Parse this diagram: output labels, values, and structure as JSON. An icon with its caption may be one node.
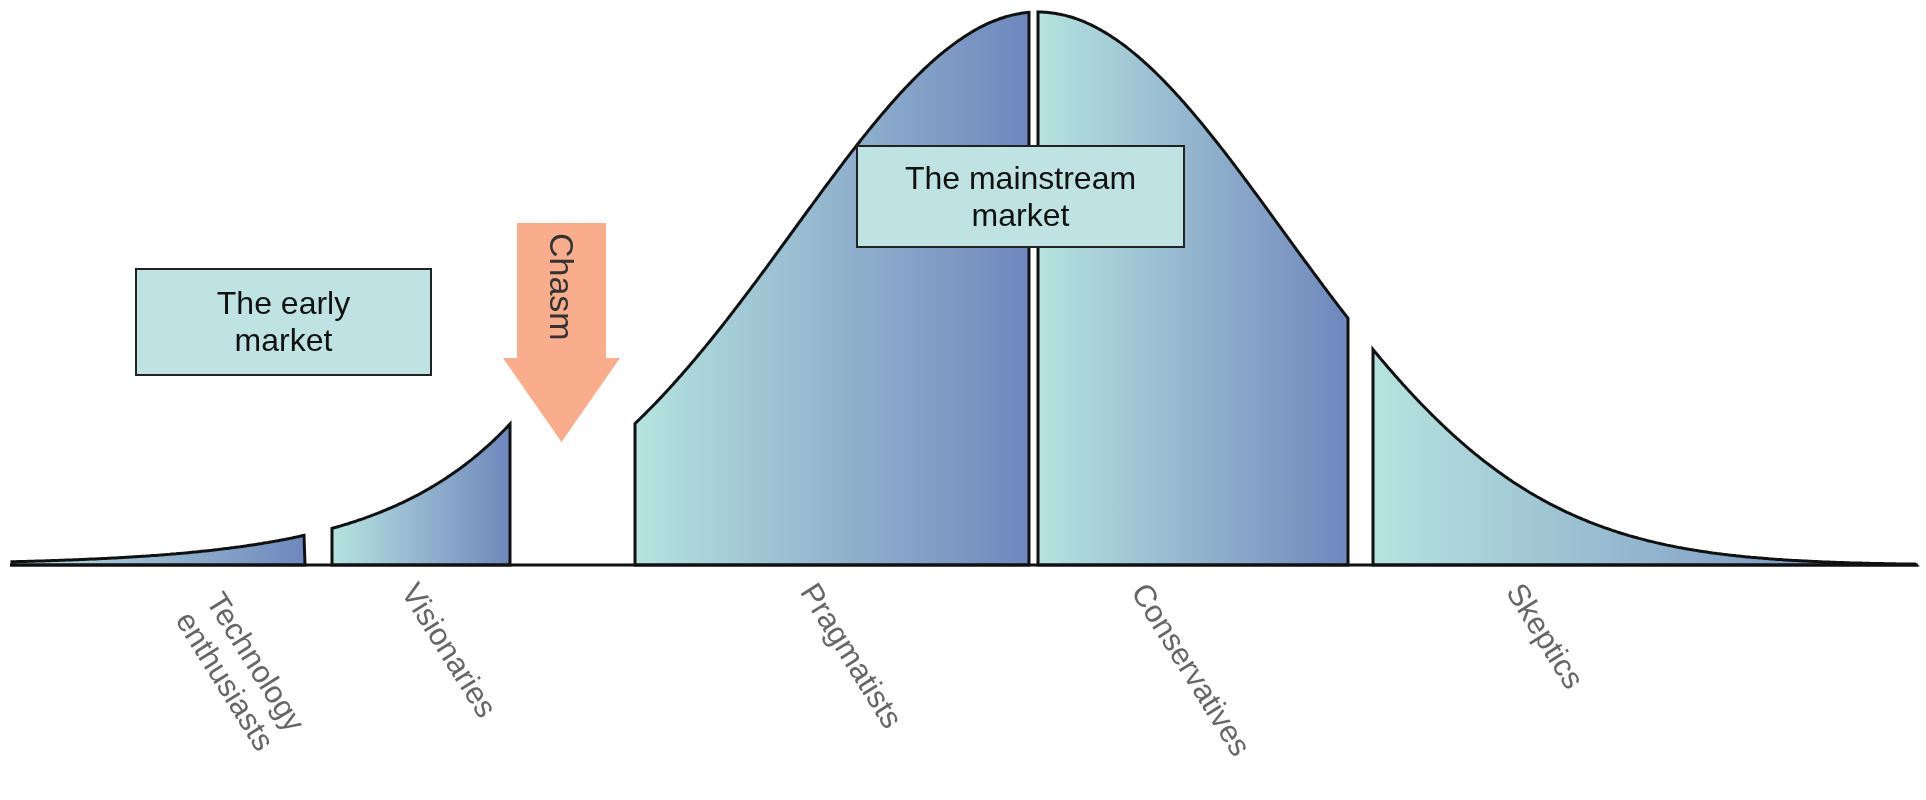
{
  "diagram": {
    "nodes": [
      {
        "text": [
          "The early market"
        ]
      },
      {
        "text": [
          "Chasm"
        ]
      },
      {
        "text": [
          "The mainstream market"
        ]
      }
    ],
    "labels": [
      "Technology enthusiasts",
      "Visionaries",
      "Pragmatists",
      "Conservatives",
      "Skeptics"
    ]
  }
}
